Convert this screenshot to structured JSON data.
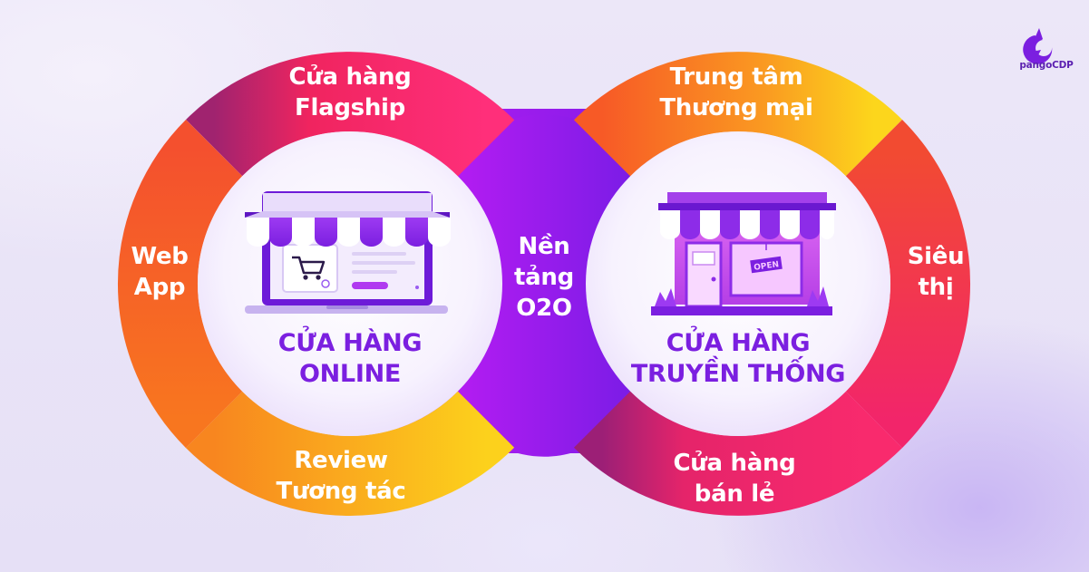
{
  "brand": {
    "logo_text": "pangoCDP",
    "colors": {
      "purple": "#7b1fe0",
      "violet": "#9a18f0",
      "pink": "#f4236f",
      "orange": "#f7632a",
      "yellow": "#fcd21c"
    }
  },
  "center": {
    "line1": "Nền",
    "line2": "tảng",
    "line3": "O2O"
  },
  "left_hub": {
    "title_line1": "CỬA HÀNG",
    "title_line2": "ONLINE",
    "icon": "online-store-laptop-icon"
  },
  "right_hub": {
    "title_line1": "CỬA HÀNG",
    "title_line2": "TRUYỀN THỐNG",
    "icon": "physical-storefront-icon",
    "sign_text": "OPEN"
  },
  "left_ring": {
    "top": [
      "Cửa hàng",
      "Flagship"
    ],
    "left": [
      "Web",
      "App"
    ],
    "bottom": [
      "Review",
      "Tương tác"
    ]
  },
  "right_ring": {
    "top": [
      "Trung tâm",
      "Thương mại"
    ],
    "right": [
      "Siêu",
      "thị"
    ],
    "bottom": [
      "Cửa hàng",
      "bán lẻ"
    ]
  }
}
